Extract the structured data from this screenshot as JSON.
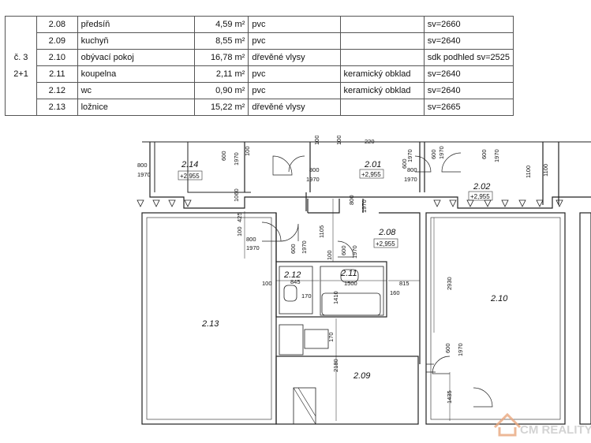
{
  "schedule": {
    "apartment_no": "č. 3",
    "layout_type": "2+1",
    "rows": [
      {
        "num": "2.08",
        "name": "předsíň",
        "area": "4,59 m²",
        "floor": "pvc",
        "wall": "",
        "note": "sv=2660"
      },
      {
        "num": "2.09",
        "name": "kuchyň",
        "area": "8,55 m²",
        "floor": "pvc",
        "wall": "",
        "note": "sv=2640"
      },
      {
        "num": "2.10",
        "name": "obývací pokoj",
        "area": "16,78 m²",
        "floor": "dřevěné vlysy",
        "wall": "",
        "note": "sdk podhled sv=2525"
      },
      {
        "num": "2.11",
        "name": "koupelna",
        "area": "2,11 m²",
        "floor": "pvc",
        "wall": "keramický obklad",
        "note": "sv=2640"
      },
      {
        "num": "2.12",
        "name": "wc",
        "area": "0,90 m²",
        "floor": "pvc",
        "wall": "keramický obklad",
        "note": "sv=2640"
      },
      {
        "num": "2.13",
        "name": "ložnice",
        "area": "15,22 m²",
        "floor": "dřevěné vlysy",
        "wall": "",
        "note": "sv=2665"
      }
    ]
  },
  "plan": {
    "rooms": {
      "r214": "2.14",
      "r201": "2.01",
      "r202": "2.02",
      "r208": "2.08",
      "r212": "2.12",
      "r211": "2.11",
      "r213": "2.13",
      "r209": "2.09",
      "r210": "2.10"
    },
    "levels": {
      "l214": "+2,955",
      "l201": "+2,955",
      "l202": "+2,955",
      "l208": "+2,955"
    },
    "dims": {
      "d1": "800",
      "d2": "1970",
      "d3": "600",
      "d4": "1970",
      "d5": "1060",
      "d6": "100",
      "d7": "800",
      "d8": "1970",
      "d9": "600",
      "d10": "1970",
      "d11": "800",
      "d12": "1970",
      "d13": "600",
      "d14": "1970",
      "d15": "600",
      "d16": "1970",
      "d17": "1100",
      "d18": "1100",
      "d19": "425",
      "d20": "100",
      "d21": "800",
      "d22": "1970",
      "d23": "800",
      "d24": "1970",
      "d25": "1105",
      "d26": "600",
      "d27": "1970",
      "d28": "100",
      "d29": "600",
      "d30": "1970",
      "d31": "100",
      "d32": "845",
      "d33": "1500",
      "d34": "815",
      "d35": "170",
      "d36": "1410",
      "d37": "160",
      "d38": "2930",
      "d39": "170",
      "d40": "600",
      "d41": "1970",
      "d42": "2180",
      "d43": "1435",
      "d44": "220",
      "d45": "100",
      "d46": "100"
    }
  },
  "watermark": {
    "text": "CM REALITY"
  }
}
